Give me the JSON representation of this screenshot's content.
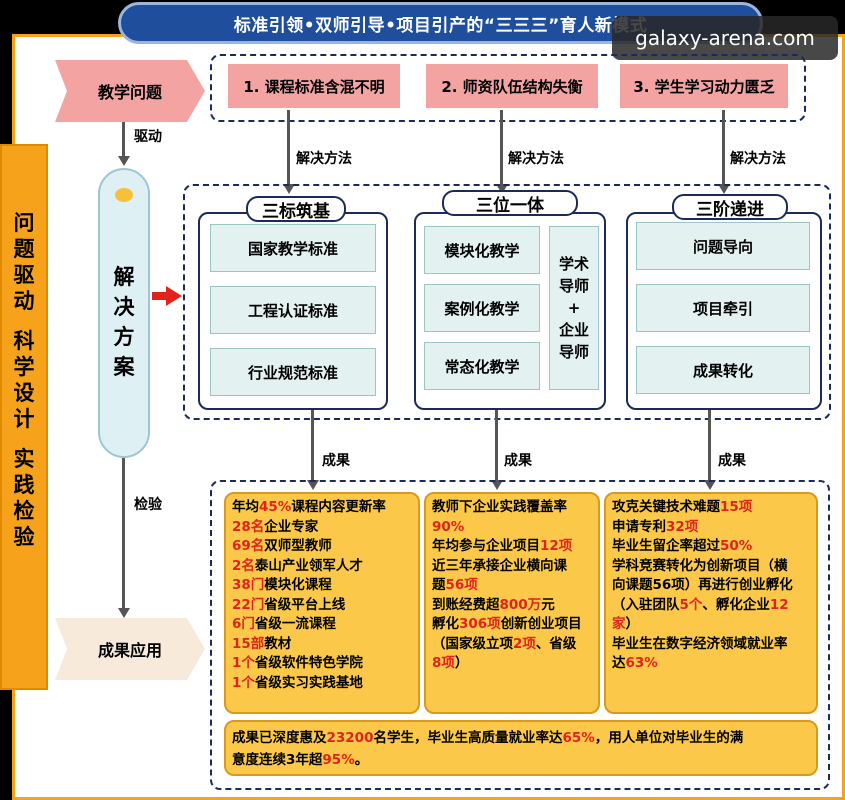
{
  "header": {
    "title": "标准引领•双师引导•项目引产的“三三三”育人新模式",
    "watermark": "galaxy-arena.com"
  },
  "left_bar": {
    "lines": [
      "问",
      "题",
      "驱",
      "动",
      "科",
      "学",
      "设",
      "计",
      "实",
      "践",
      "检",
      "验"
    ]
  },
  "flow": {
    "problem_label": "教学问题",
    "drive_label": "驱动",
    "solution_label": "解决方案",
    "check_label": "检验",
    "application_label": "成果应用"
  },
  "problems": [
    "1. 课程标准含混不明",
    "2. 师资队伍结构失衡",
    "3. 学生学习动力匮乏"
  ],
  "method_label": "解决方法",
  "result_label": "成果",
  "groups": {
    "g1": {
      "title": "三标筑基",
      "items": [
        "国家教学标准",
        "工程认证标准",
        "行业规范标准"
      ]
    },
    "g2": {
      "title": "三位一体",
      "items": [
        "模块化教学",
        "案例化教学",
        "常态化教学"
      ],
      "side": [
        "学术",
        "导师",
        "+",
        "企业",
        "导师"
      ]
    },
    "g3": {
      "title": "三阶递进",
      "items": [
        "问题导向",
        "项目牵引",
        "成果转化"
      ]
    }
  },
  "results": {
    "col1": [
      [
        {
          "t": "年均"
        },
        {
          "t": "45%",
          "r": true
        },
        {
          "t": "课程内容更新率"
        }
      ],
      [
        {
          "t": "28名",
          "r": true
        },
        {
          "t": "企业专家"
        }
      ],
      [
        {
          "t": "69名",
          "r": true
        },
        {
          "t": "双师型教师"
        }
      ],
      [
        {
          "t": "2名",
          "r": true
        },
        {
          "t": "泰山产业领军人才"
        }
      ],
      [
        {
          "t": "38门",
          "r": true
        },
        {
          "t": "模块化课程"
        }
      ],
      [
        {
          "t": "22门",
          "r": true
        },
        {
          "t": "省级平台上线"
        }
      ],
      [
        {
          "t": "6门",
          "r": true
        },
        {
          "t": "省级一流课程"
        }
      ],
      [
        {
          "t": "15部",
          "r": true
        },
        {
          "t": "教材"
        }
      ],
      [
        {
          "t": "1个",
          "r": true
        },
        {
          "t": "省级软件特色学院"
        }
      ],
      [
        {
          "t": "1个",
          "r": true
        },
        {
          "t": "省级实习实践基地"
        }
      ]
    ],
    "col2": [
      [
        {
          "t": "教师下企业实践覆盖率"
        }
      ],
      [
        {
          "t": "90%",
          "r": true
        }
      ],
      [
        {
          "t": "年均参与企业项目"
        },
        {
          "t": "12项",
          "r": true
        }
      ],
      [
        {
          "t": "近三年承接企业横向课"
        }
      ],
      [
        {
          "t": "题"
        },
        {
          "t": "56项",
          "r": true
        }
      ],
      [
        {
          "t": "到账经费超"
        },
        {
          "t": "800万",
          "r": true
        },
        {
          "t": "元"
        }
      ],
      [
        {
          "t": "孵化"
        },
        {
          "t": "306项",
          "r": true
        },
        {
          "t": "创新创业项目"
        }
      ],
      [
        {
          "t": "（国家级立项"
        },
        {
          "t": "2项",
          "r": true
        },
        {
          "t": "、省级"
        }
      ],
      [
        {
          "t": "8项",
          "r": true
        },
        {
          "t": "）"
        }
      ]
    ],
    "col3": [
      [
        {
          "t": "攻克关键技术难题"
        },
        {
          "t": "15项",
          "r": true
        }
      ],
      [
        {
          "t": "申请专利"
        },
        {
          "t": "32项",
          "r": true
        }
      ],
      [
        {
          "t": "毕业生留企率超过"
        },
        {
          "t": "50%",
          "r": true
        }
      ],
      [
        {
          "t": "学科竞赛转化为创新项目（横"
        }
      ],
      [
        {
          "t": "向课题56项）再进行创业孵化"
        }
      ],
      [
        {
          "t": "（入驻团队"
        },
        {
          "t": "5个",
          "r": true
        },
        {
          "t": "、孵化企业"
        },
        {
          "t": "12",
          "r": true
        }
      ],
      [
        {
          "t": "家",
          "r": true
        },
        {
          "t": "）"
        }
      ],
      [
        {
          "t": "毕业生在数字经济领域就业率"
        }
      ],
      [
        {
          "t": "达"
        },
        {
          "t": "63%",
          "r": true
        }
      ]
    ],
    "bottom": [
      [
        {
          "t": "成果已深度惠及"
        },
        {
          "t": "23200",
          "r": true
        },
        {
          "t": "名学生，毕业生高质量就业率达"
        },
        {
          "t": "65%",
          "r": true
        },
        {
          "t": "，用人单位对毕业生的满"
        }
      ],
      [
        {
          "t": "意度连续3年超"
        },
        {
          "t": "95%",
          "r": true
        },
        {
          "t": "。"
        }
      ]
    ]
  },
  "colors": {
    "orange": "#f7a21b",
    "navy": "#1b2a5a",
    "pink": "#f4a3a3",
    "red": "#e0241c",
    "result_yellow": "#fcc84a",
    "teal": "#e3f2f1"
  }
}
